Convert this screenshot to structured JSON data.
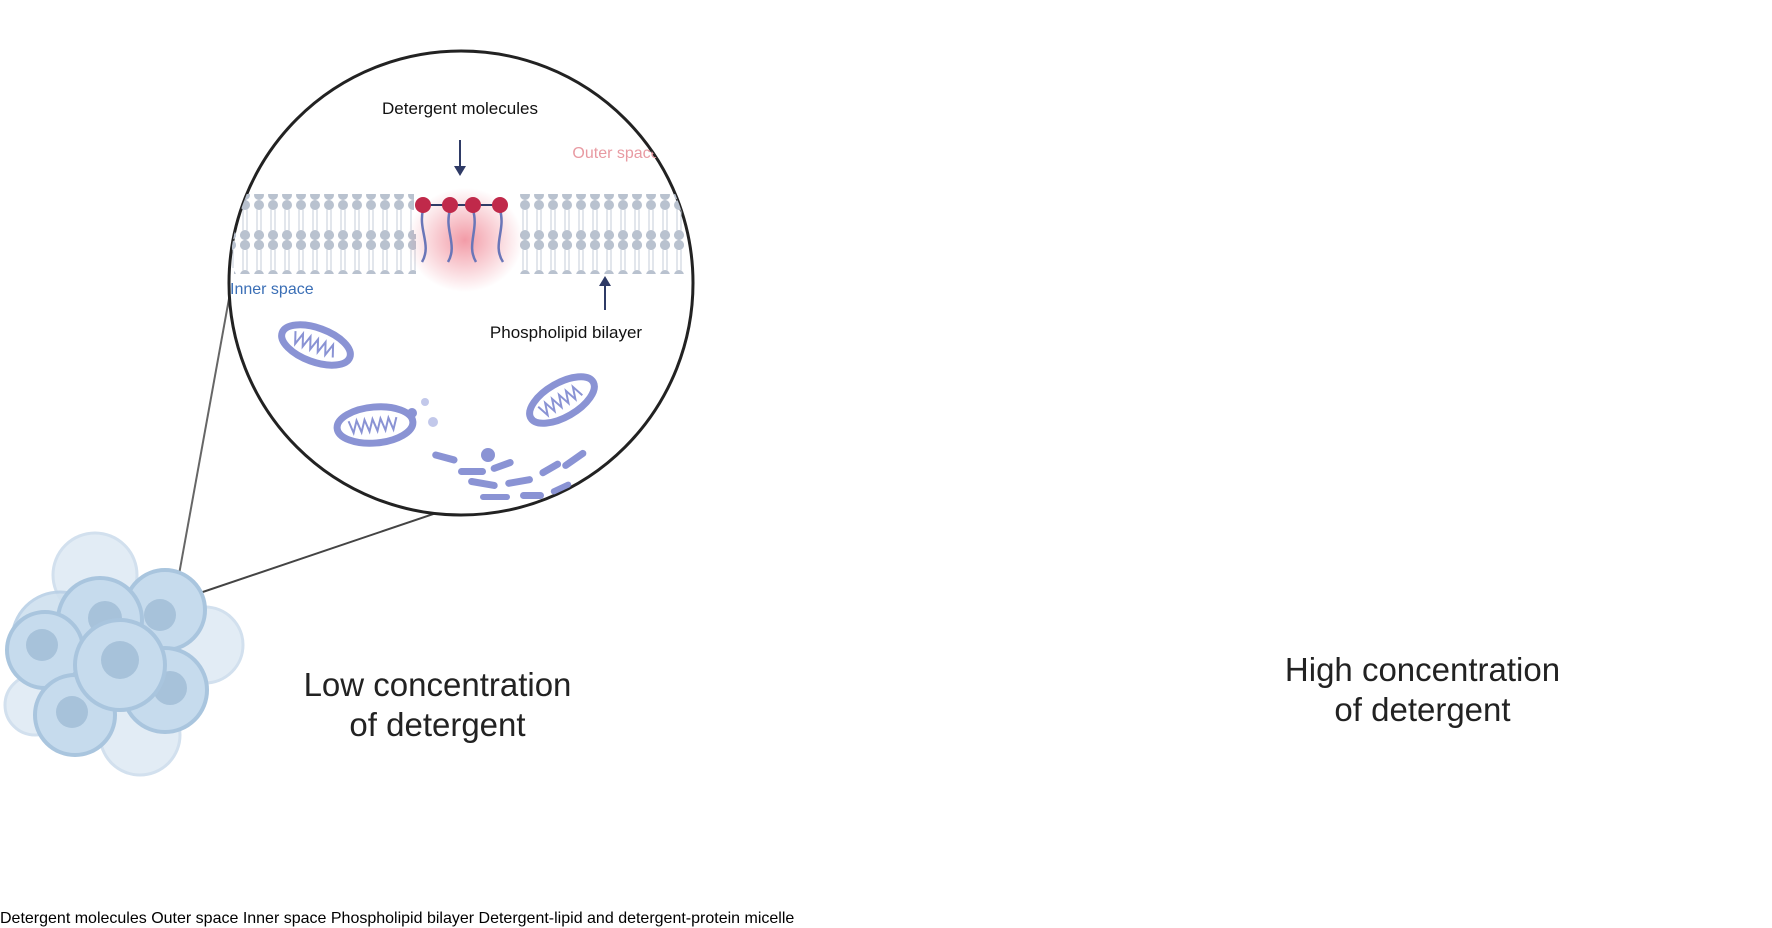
{
  "panels": {
    "low": {
      "caption": [
        "Low concentration",
        "of detergent"
      ],
      "labels": {
        "detergent": "Detergent molecules",
        "outer": "Outer space",
        "inner": "Inner space",
        "bilayer": "Phospholipid bilayer"
      }
    },
    "high": {
      "caption": [
        "High concentration",
        "of detergent"
      ],
      "labels": {
        "detergent": "Detergent molecules",
        "outer": "Outer space",
        "inner": "Inner space",
        "bilayer": "Phospholipid bilayer",
        "micelle_line1": "Detergent-lipid and",
        "micelle_line2": "detergent-protein micelle"
      }
    }
  },
  "colors": {
    "lipid_head": "#b9c2cf",
    "detergent_head": "#c0294a",
    "organelle_blue": "#8a93d4",
    "organelle_orange": "#e6b98a",
    "cell_blue": "#bcd3e6",
    "cell_orange": "#f0c99a",
    "outer_label": "#e89aa2",
    "inner_label_low": "#3b6fb6",
    "inner_label_high": "#a08a7a",
    "arrow": "#2f3b66"
  }
}
